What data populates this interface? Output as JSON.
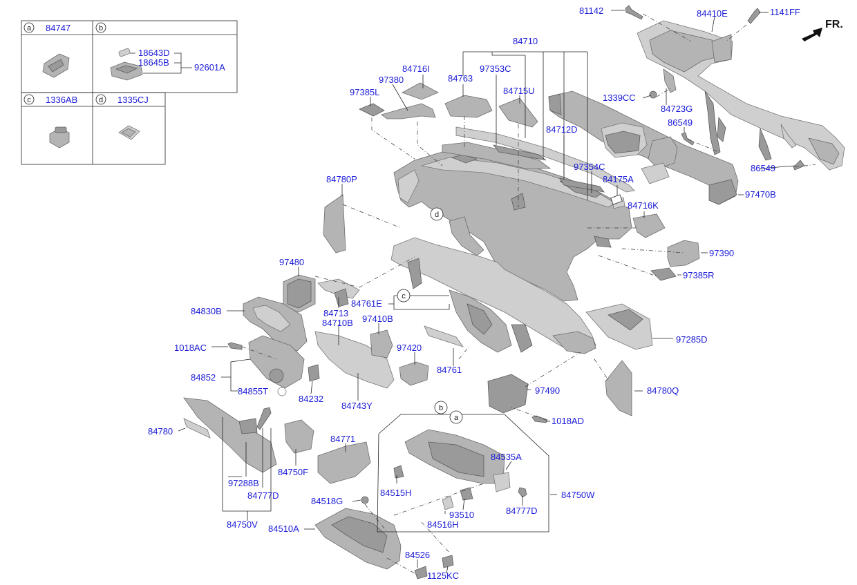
{
  "inset": {
    "cells": [
      {
        "letter": "a",
        "part": "84747"
      },
      {
        "letter": "b",
        "part": ""
      },
      {
        "letter": "c",
        "part": "1336AB"
      },
      {
        "letter": "d",
        "part": "1335CJ"
      }
    ],
    "b_parts": [
      "18643D",
      "18645B",
      "92601A"
    ]
  },
  "direction_label": "FR.",
  "callout_letters": [
    "c",
    "d",
    "a",
    "b"
  ],
  "labels": {
    "l81142": "81142",
    "l84410E": "84410E",
    "l1141FF": "1141FF",
    "l84710": "84710",
    "l84716I": "84716I",
    "l97380": "97380",
    "l97385L": "97385L",
    "l84763": "84763",
    "l97353C": "97353C",
    "l84715U": "84715U",
    "l1339CC": "1339CC",
    "l84723G": "84723G",
    "l84712D": "84712D",
    "l86549a": "86549",
    "l86549b": "86549",
    "l97354C": "97354C",
    "l97470B": "97470B",
    "l84175A": "84175A",
    "l84780P": "84780P",
    "l84716K": "84716K",
    "l97390": "97390",
    "l97385R": "97385R",
    "l97480": "97480",
    "l84761E": "84761E",
    "l84830B": "84830B",
    "l84713": "84713",
    "l84710B": "84710B",
    "l97410B": "97410B",
    "l97285D": "97285D",
    "l1018AC": "1018AC",
    "l97420": "97420",
    "l84761": "84761",
    "l84852": "84852",
    "l84855T": "84855T",
    "l84232": "84232",
    "l84743Y": "84743Y",
    "l97490": "97490",
    "l84780Q": "84780Q",
    "l1018AD": "1018AD",
    "l84780": "84780",
    "l84771": "84771",
    "l84535A": "84535A",
    "l84750F": "84750F",
    "l84750W": "84750W",
    "l97288B": "97288B",
    "l84777Da": "84777D",
    "l84515H": "84515H",
    "l84777Db": "84777D",
    "l84518G": "84518G",
    "l93510": "93510",
    "l84750V": "84750V",
    "l84510A": "84510A",
    "l84516H": "84516H",
    "l84526": "84526",
    "l1125KC": "1125KC"
  }
}
